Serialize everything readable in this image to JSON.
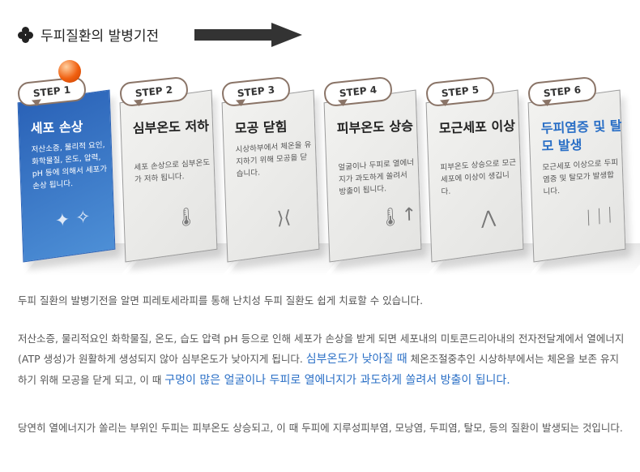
{
  "header": {
    "title": "두피질환의 발병기전",
    "icon": "clover-icon"
  },
  "steps": [
    {
      "label": "STEP 1",
      "title": "세포 손상",
      "desc": "저산소증, 물리적 요인, 화학물질, 온도, 압력, pH 등에 의해서 세포가 손상 됩니다."
    },
    {
      "label": "STEP 2",
      "title": "심부온도 저하",
      "desc": "세포 손상으로 심부온도가 저하 됩니다."
    },
    {
      "label": "STEP 3",
      "title": "모공 닫힘",
      "desc": "시상하부에서 체온을 유지하기 위해 모공을 닫습니다."
    },
    {
      "label": "STEP 4",
      "title": "피부온도 상승",
      "desc": "얼굴이나 두피로 열에너지가 과도하게 쏠려서 방출이 됩니다."
    },
    {
      "label": "STEP 5",
      "title": "모근세포 이상",
      "desc": "피부온도 상승으로 모근세포에 이상이 생깁니다."
    },
    {
      "label": "STEP 6",
      "title": "두피염증 및 탈모 발생",
      "desc": "모근세포 이상으로 두피염증 및 탈모가 발생합니다."
    }
  ],
  "body": {
    "p1": "두피 질환의 발병기전을 알면 피레토세라피를 통해 난치성 두피 질환도 쉽게 치료할 수 있습니다.",
    "p2a": "저산소증, 물리적요인 화학물질, 온도, 습도 압력 pH 등으로 인해 세포가 손상을 받게 되면 세포내의 미토콘드리아내의 전자전달계에서 열에너지(ATP 생성)가 원활하게 생성되지 않아 심부온도가 낮아지게 됩니다. ",
    "p2b": "심부온도가 낮아질 때",
    "p2c": " 체온조절중추인 시상하부에서는 체온을 보존 유지하기 위해 모공을 닫게 되고, 이 때 ",
    "p2d": "구멍이 많은 얼굴이나 두피로 열에너지가 과도하게 쏠려서 방출이 됩니다.",
    "p3": "당연히 열에너지가 쏠리는 부위인 두피는 피부온도 상승되고, 이 때 두피에 지루성피부염, 모낭염, 두피염, 탈모, 등의 질환이 발생되는 것입니다."
  },
  "colors": {
    "accent": "#2a6fc6",
    "card_blue": "#2a62b7"
  }
}
